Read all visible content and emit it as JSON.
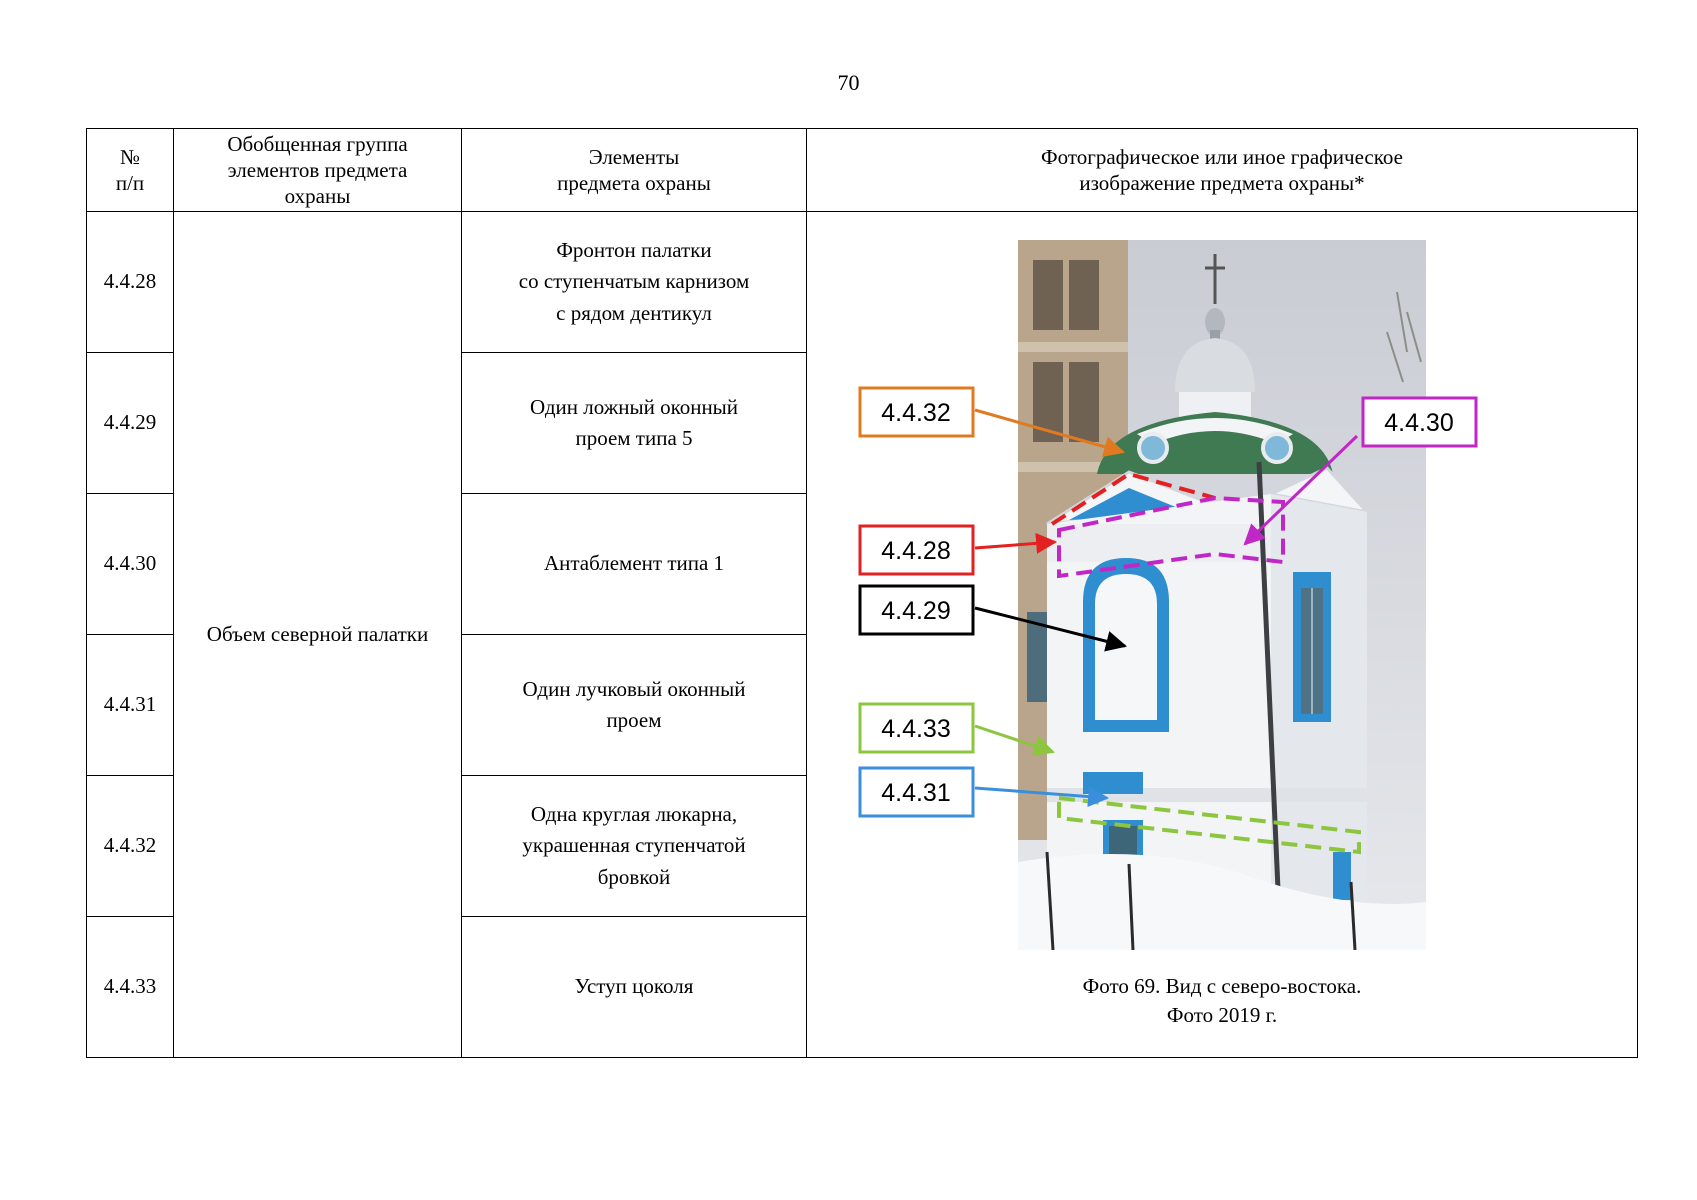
{
  "page_number": "70",
  "table": {
    "headers": {
      "num": [
        "№",
        "п/п"
      ],
      "group": [
        "Обобщенная группа",
        "элементов предмета",
        "охраны"
      ],
      "elements": [
        "Элементы",
        "предмета охраны"
      ],
      "image": [
        "Фотографическое или иное графическое",
        "изображение предмета охраны*"
      ]
    },
    "group_label": "Объем северной палатки",
    "rows": [
      {
        "num": "4.4.28",
        "element": [
          "Фронтон палатки",
          "со ступенчатым карнизом",
          "с рядом дентикул"
        ]
      },
      {
        "num": "4.4.29",
        "element": [
          "Один ложный оконный",
          "проем типа 5"
        ]
      },
      {
        "num": "4.4.30",
        "element": [
          "Антаблемент типа 1"
        ]
      },
      {
        "num": "4.4.31",
        "element": [
          "Один лучковый оконный",
          "проем"
        ]
      },
      {
        "num": "4.4.32",
        "element": [
          "Одна круглая люкарна,",
          "украшенная ступенчатой",
          "бровкой"
        ]
      },
      {
        "num": "4.4.33",
        "element": [
          "Уступ цоколя"
        ]
      }
    ]
  },
  "photo": {
    "caption": [
      "Фото 69. Вид с северо-востока.",
      "Фото 2019 г."
    ],
    "callouts": [
      {
        "label": "4.4.32",
        "color": "#e07a21"
      },
      {
        "label": "4.4.30",
        "color": "#c126c6"
      },
      {
        "label": "4.4.28",
        "color": "#e32121"
      },
      {
        "label": "4.4.29",
        "color": "#000000"
      },
      {
        "label": "4.4.33",
        "color": "#8cc63e"
      },
      {
        "label": "4.4.31",
        "color": "#3a8fdc"
      }
    ]
  }
}
